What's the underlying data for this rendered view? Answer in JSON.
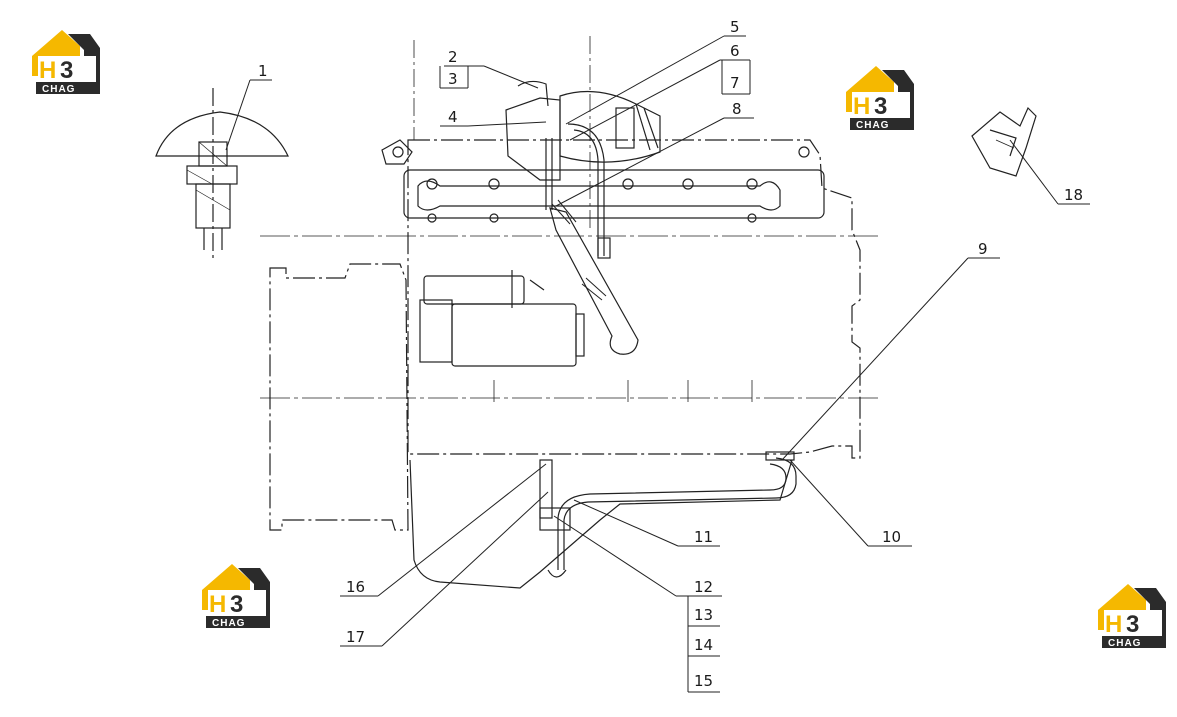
{
  "diagram": {
    "callouts": [
      "1",
      "2",
      "3",
      "4",
      "5",
      "6",
      "7",
      "8",
      "9",
      "10",
      "11",
      "12",
      "13",
      "14",
      "15",
      "16",
      "17",
      "18"
    ]
  },
  "watermark": {
    "logo_text_top": "H3",
    "logo_text_bottom": "CHAG",
    "colors": {
      "roof": "#F5B800",
      "h": "#F5B800",
      "dark": "#2b2b2b",
      "text": "#ffffff"
    }
  }
}
